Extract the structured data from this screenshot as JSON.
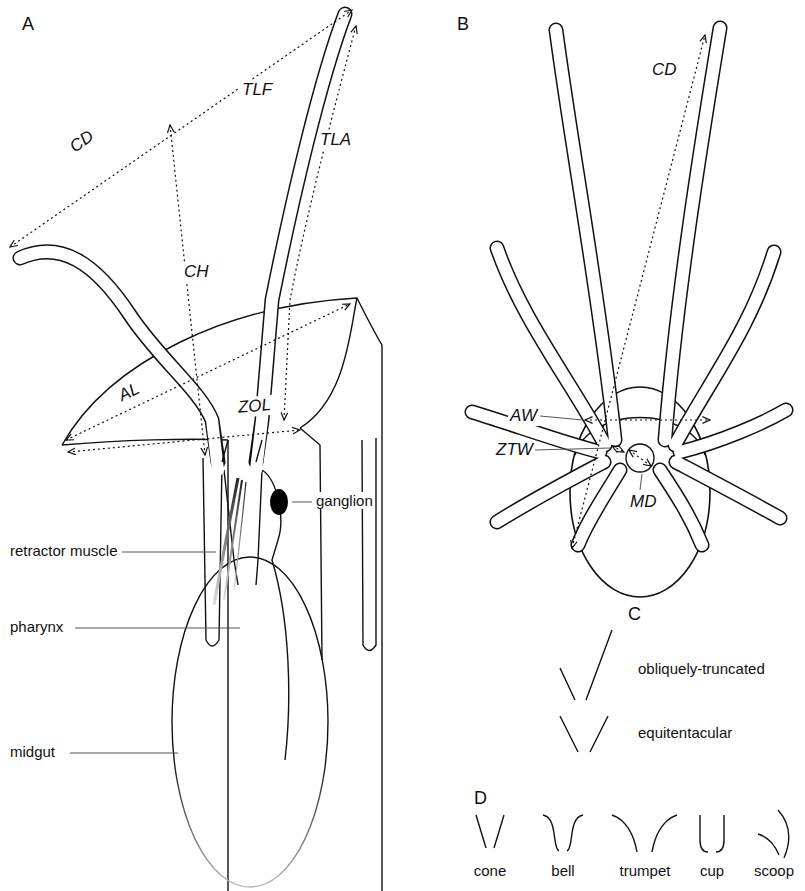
{
  "diagram": {
    "labels": [
      "A",
      "CD",
      "CH",
      "TLF",
      "TLA",
      "AL",
      "ZOL",
      "ganglion",
      "retractor muscle",
      "pharynx",
      "midgut",
      "B",
      "CD",
      "AW",
      "ZTW",
      "MD",
      "C",
      "obliquely-truncated",
      "equitentacular",
      "D",
      "cone",
      "bell",
      "trumpet",
      "cup",
      "scoop"
    ]
  }
}
